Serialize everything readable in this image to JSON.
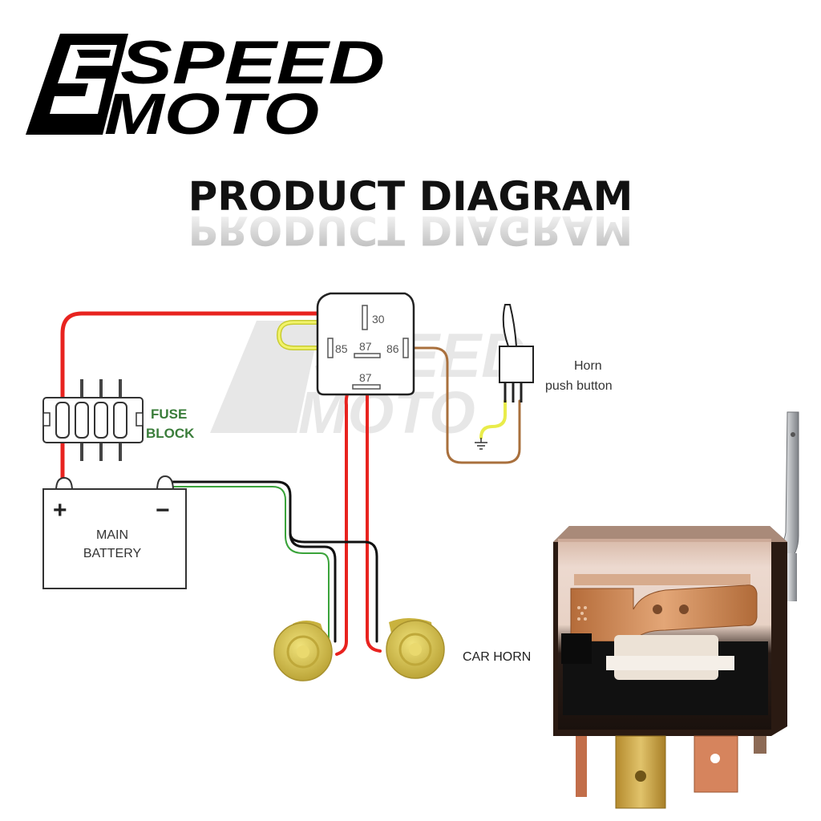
{
  "brand": {
    "line1": "SPEED",
    "line2": "MOTO",
    "logo_mark": "speedmoto-s-logo"
  },
  "title": "PRODUCT DIAGRAM",
  "relay": {
    "pin_30": "30",
    "pin_85": "85",
    "pin_87_upper": "87",
    "pin_86": "86",
    "pin_87_lower": "87"
  },
  "labels": {
    "fuse_block_line1": "FUSE",
    "fuse_block_line2": "BLOCK",
    "battery_plus": "+",
    "battery_minus": "−",
    "battery_line1": "MAIN",
    "battery_line2": "BATTERY",
    "horn_button_line1": "Horn",
    "horn_button_line2": "push button",
    "car_horn": "CAR HORN"
  },
  "colors": {
    "brand_black": "#000000",
    "wire_red": "#e8231f",
    "wire_yellow": "#e9ec4a",
    "wire_brown": "#a9703d",
    "wire_black": "#111111",
    "fuse_label_green": "#3a7d3a",
    "horn_yellow": "#d8c54a",
    "relay_copper": "#c7864f",
    "relay_housing": "#2a1a12"
  }
}
